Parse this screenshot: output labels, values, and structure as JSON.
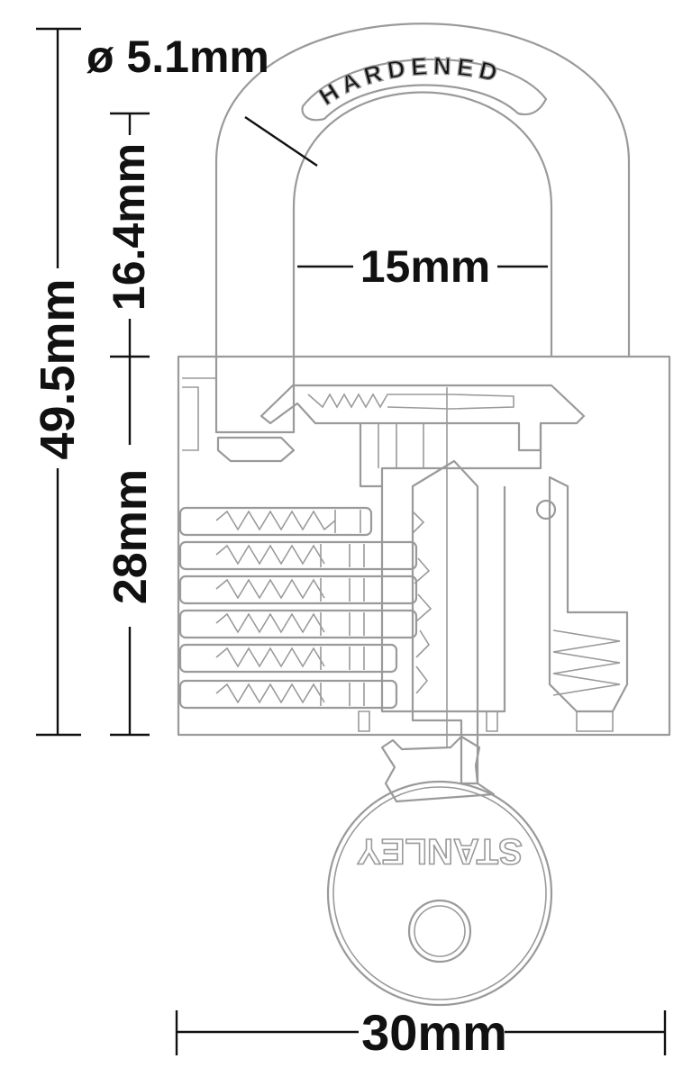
{
  "dimensions": {
    "shackle_diameter": "ø 5.1mm",
    "shackle_clearance": "16.4mm",
    "overall_height": "49.5mm",
    "shackle_width": "15mm",
    "body_height": "28mm",
    "body_width": "30mm"
  },
  "markings": {
    "shackle_text": "HARDENED",
    "key_brand": "STANLEY"
  },
  "colors": {
    "outline": "#9a9a9a",
    "dimension": "#111111",
    "background": "#ffffff"
  }
}
